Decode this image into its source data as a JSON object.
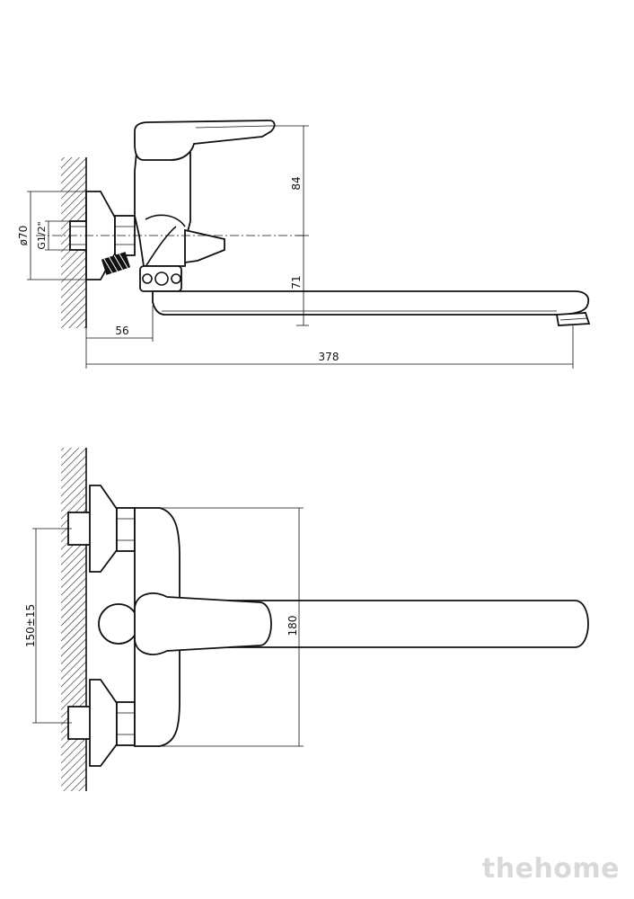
{
  "side_view": {
    "dimensions": {
      "height_upper": "84",
      "height_lower": "71",
      "flange_diameter": "ø70",
      "thread": "G1/2\"",
      "wall_offset": "56",
      "spout_length": "378"
    }
  },
  "top_view": {
    "dimensions": {
      "inlet_spacing": "150±15",
      "body_width": "180"
    }
  },
  "watermark": {
    "text": "thehome"
  }
}
